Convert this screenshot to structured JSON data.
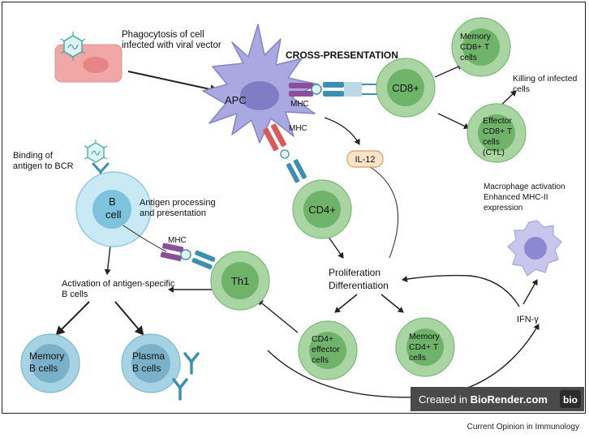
{
  "labels": {
    "phagocytosis_line1": "Phagocytosis of cell",
    "phagocytosis_line2": "infected with viral vector",
    "apc": "APC",
    "cross_presentation": "CROSS-PRESENTATION",
    "mhc_apc_cd8": "MHC",
    "mhc_apc_cd4": "MHC",
    "mhc_b_th1": "MHC",
    "cd8": "CD8+",
    "memory_cd8_line1": "Memory",
    "memory_cd8_line2": "CD8+ T",
    "memory_cd8_line3": "cells",
    "killing_line1": "Killing of infected",
    "killing_line2": "cells",
    "effector_cd8_line1": "Effector",
    "effector_cd8_line2": "CD8+ T",
    "effector_cd8_line3": "cells",
    "effector_cd8_line4": "(CTL)",
    "il12": "IL-12",
    "binding_line1": "Binding of",
    "binding_line2": "antigen to BCR",
    "b_cell_line1": "B",
    "b_cell_line2": "cell",
    "antigen_proc_line1": "Antigen processing",
    "antigen_proc_line2": "and presentation",
    "cd4": "CD4+",
    "macrophage_line1": "Macrophage activation",
    "macrophage_line2": "Enhanced MHC-II",
    "macrophage_line3": "expression",
    "proliferation": "Proliferation",
    "differentiation": "Differentiation",
    "activation_line1": "Activation of antigen-specific",
    "activation_line2": "B cells",
    "th1": "Th1",
    "ifn": "IFN-γ",
    "memory_b_line1": "Memory",
    "memory_b_line2": "B cells",
    "plasma_line1": "Plasma",
    "plasma_line2": "B cells",
    "cd4_effector_line1": "CD4+",
    "cd4_effector_line2": "effector",
    "cd4_effector_line3": "cells",
    "memory_cd4_line1": "Memory",
    "memory_cd4_line2": "CD4+ T",
    "memory_cd4_line3": "cells"
  },
  "watermark": {
    "prefix": "Created in ",
    "brand": "BioRender.com",
    "logo": "bio"
  },
  "footer": "Current Opinion in Immunology",
  "colors": {
    "tcell_outer": "#a8d5a2",
    "tcell_inner": "#6fb36a",
    "apc": "#a9a8e0",
    "bcell_outer": "#c9e9f5",
    "bcell_inner": "#7ec3dd",
    "plasma": "#7ab0c8",
    "mhc_purple": "#8a4f98",
    "mhc_red": "#d85a5a",
    "tcr_teal": "#3c8fb0",
    "il12_fill": "#fbe3c8",
    "watermark_bg": "#4a4a4a"
  }
}
